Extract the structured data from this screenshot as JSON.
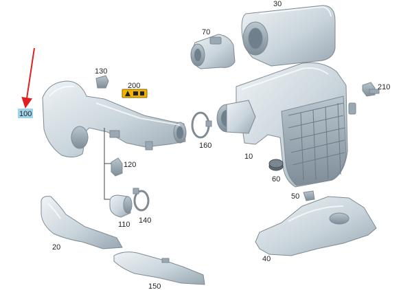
{
  "diagram": {
    "colors": {
      "part_fill_light": "#d9e2e8",
      "part_fill_mid": "#b9c6cf",
      "part_fill_dark": "#8d9ba6",
      "outline": "#7f8a93",
      "highlight_box": "#9fd4ea",
      "highlight_arrow": "#e02020",
      "warning_sticker": "#f0b400",
      "leader_line": "#444444"
    },
    "parts": [
      {
        "id": "p10",
        "number": "10",
        "icon": "air-filter-housing"
      },
      {
        "id": "p30",
        "number": "30",
        "icon": "filter-cover"
      },
      {
        "id": "p40",
        "number": "40",
        "icon": "heat-shield"
      },
      {
        "id": "p50",
        "number": "50",
        "icon": "clip"
      },
      {
        "id": "p60",
        "number": "60",
        "icon": "rubber-mount"
      },
      {
        "id": "p70",
        "number": "70",
        "icon": "mass-airflow-sensor"
      },
      {
        "id": "p100",
        "number": "100",
        "icon": "intake-duct",
        "highlighted": true
      },
      {
        "id": "p110",
        "number": "110",
        "icon": "sleeve"
      },
      {
        "id": "p120",
        "number": "120",
        "icon": "connector"
      },
      {
        "id": "p130",
        "number": "130",
        "icon": "clip"
      },
      {
        "id": "p140",
        "number": "140",
        "icon": "hose-clamp"
      },
      {
        "id": "p150",
        "number": "150",
        "icon": "hose-clamp"
      },
      {
        "id": "p160",
        "number": "160",
        "icon": "warning-label"
      },
      {
        "id": "p200",
        "number": "200",
        "icon": "air-scoop"
      },
      {
        "id": "p20",
        "number": "20",
        "icon": "sensor"
      },
      {
        "id": "p210",
        "number": "210",
        "icon": "air-guide"
      }
    ]
  }
}
